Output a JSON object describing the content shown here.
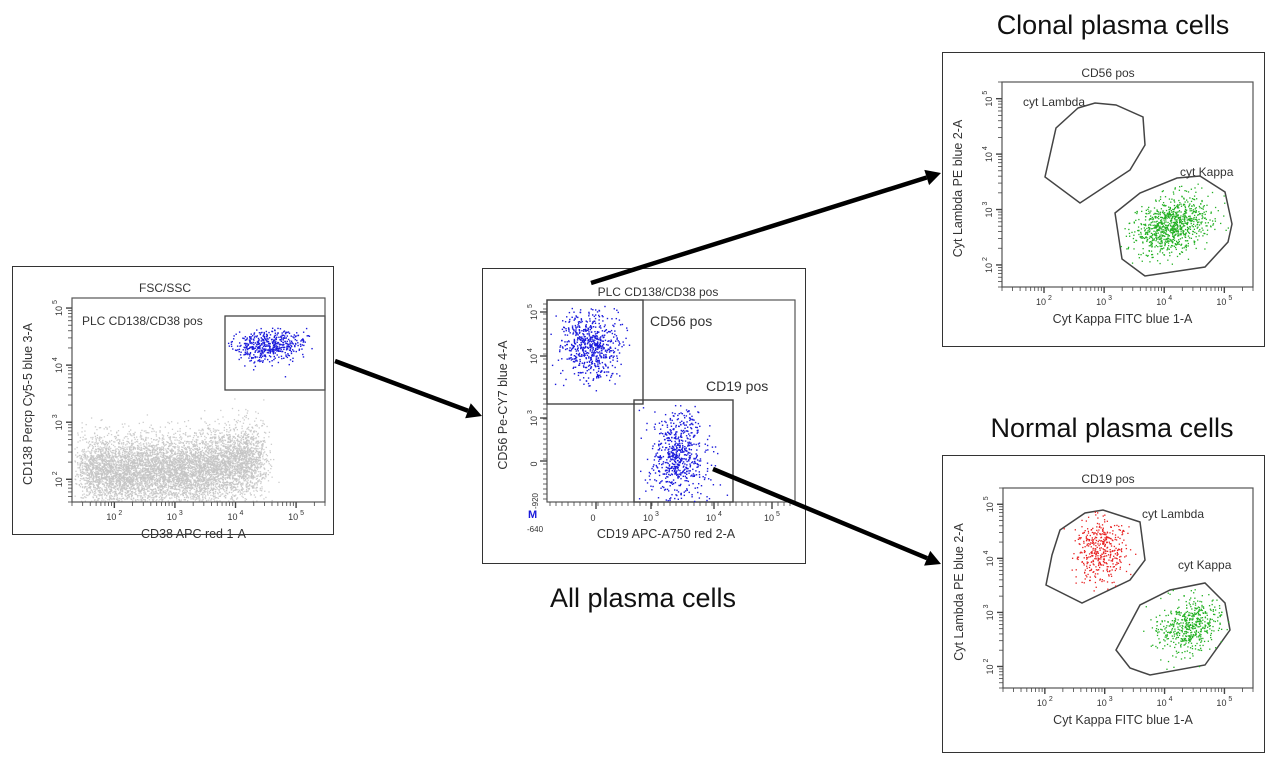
{
  "figure": {
    "titles": {
      "all": "All plasma cells",
      "clonal": "Clonal plasma cells",
      "normal": "Normal plasma cells"
    },
    "colors": {
      "background_events": "#c4c4c4",
      "plasma_events": "#1a1adb",
      "kappa_events": "#22b022",
      "lambda_events": "#e82020",
      "gate_line": "#444444",
      "arrow": "#000000",
      "marker": "#1a1adb"
    }
  },
  "chart_data": [
    {
      "id": "panel-fsc-ssc",
      "type": "scatter",
      "title": "FSC/SSC",
      "xlabel": "CD38 APC red 1-A",
      "ylabel": "CD138 Percp Cy5-5 blue 3-A",
      "x_scale": "log",
      "y_scale": "log",
      "xlim": [
        20,
        300000
      ],
      "ylim": [
        40,
        150000
      ],
      "x_ticks": [
        {
          "value": 100,
          "label": "10^2"
        },
        {
          "value": 1000,
          "label": "10^3"
        },
        {
          "value": 10000,
          "label": "10^4"
        },
        {
          "value": 100000,
          "label": "10^5"
        }
      ],
      "y_ticks": [
        {
          "value": 100,
          "label": "10^2"
        },
        {
          "value": 1000,
          "label": "10^3"
        },
        {
          "value": 10000,
          "label": "10^4"
        },
        {
          "value": 100000,
          "label": "10^5"
        }
      ],
      "populations": [
        {
          "name": "all events",
          "color_key": "background_events",
          "count": 5000,
          "center_x": 1500,
          "center_y": 180,
          "spread_x_dec": 0.75,
          "spread_y_dec": 0.32
        },
        {
          "name": "PLC CD138/CD38 pos",
          "color_key": "plasma_events",
          "count": 420,
          "center_x": 40000,
          "center_y": 13000,
          "spread_x_dec": 0.22,
          "spread_y_dec": 0.12
        }
      ],
      "gates": [
        {
          "name": "PLC CD138/CD38 pos",
          "shape": "rect",
          "x": [
            10000,
            250000
          ],
          "y": [
            4000,
            80000
          ],
          "label_x": 110,
          "label_y": 70000
        }
      ]
    },
    {
      "id": "panel-all-plasma",
      "type": "scatter",
      "title": "PLC CD138/CD38 pos",
      "xlabel": "CD19 APC-A750 red 2-A",
      "ylabel": "CD56 Pe-CY7 blue 4-A",
      "x_scale": "biexponential",
      "y_scale": "biexponential",
      "x_min_label": "-640",
      "y_min_label": "-920",
      "corner_marker": "M",
      "x_ticks": [
        {
          "value": 0,
          "label": "0"
        },
        {
          "value": 1000,
          "label": "10^3"
        },
        {
          "value": 10000,
          "label": "10^4"
        },
        {
          "value": 100000,
          "label": "10^5"
        }
      ],
      "y_ticks": [
        {
          "value": 0,
          "label": "0"
        },
        {
          "value": 1000,
          "label": "10^3"
        },
        {
          "value": 10000,
          "label": "10^4"
        },
        {
          "value": 100000,
          "label": "10^5"
        }
      ],
      "populations": [
        {
          "name": "CD56 pos",
          "color_key": "plasma_events",
          "count": 650,
          "center_x": -150,
          "center_y": 25000,
          "spread": "cluster-upper-left"
        },
        {
          "name": "CD19 pos",
          "color_key": "plasma_events",
          "count": 650,
          "center_x": 2500,
          "center_y": 200,
          "spread": "cluster-lower-middle"
        }
      ],
      "gates": [
        {
          "name": "CD56 pos",
          "shape": "rect",
          "x": [
            -640,
            700
          ],
          "y": [
            1800,
            150000
          ]
        },
        {
          "name": "CD19 pos",
          "shape": "rect",
          "x": [
            500,
            20000
          ],
          "y": [
            -920,
            1800
          ]
        }
      ]
    },
    {
      "id": "panel-clonal",
      "type": "scatter",
      "title": "CD56 pos",
      "xlabel": "Cyt Kappa FITC blue 1-A",
      "ylabel": "Cyt Lambda PE blue 2-A",
      "x_scale": "log",
      "y_scale": "log",
      "xlim": [
        20,
        300000
      ],
      "ylim": [
        40,
        200000
      ],
      "x_ticks": [
        {
          "value": 100,
          "label": "10^2"
        },
        {
          "value": 1000,
          "label": "10^3"
        },
        {
          "value": 10000,
          "label": "10^4"
        },
        {
          "value": 100000,
          "label": "10^5"
        }
      ],
      "y_ticks": [
        {
          "value": 100,
          "label": "10^2"
        },
        {
          "value": 1000,
          "label": "10^3"
        },
        {
          "value": 10000,
          "label": "10^4"
        },
        {
          "value": 100000,
          "label": "10^5"
        }
      ],
      "populations": [
        {
          "name": "cyt Kappa",
          "color_key": "kappa_events",
          "count": 900,
          "center_x": 14000,
          "center_y": 500,
          "spread_x_dec": 0.35,
          "spread_y_dec": 0.3
        }
      ],
      "gates": [
        {
          "name": "cyt Lambda",
          "shape": "polygon",
          "label_pos": "top-left"
        },
        {
          "name": "cyt Kappa",
          "shape": "polygon",
          "label_pos": "right"
        }
      ]
    },
    {
      "id": "panel-normal",
      "type": "scatter",
      "title": "CD19 pos",
      "xlabel": "Cyt Kappa FITC blue 1-A",
      "ylabel": "Cyt Lambda PE blue 2-A",
      "x_scale": "log",
      "y_scale": "log",
      "xlim": [
        20,
        300000
      ],
      "ylim": [
        40,
        200000
      ],
      "x_ticks": [
        {
          "value": 100,
          "label": "10^2"
        },
        {
          "value": 1000,
          "label": "10^3"
        },
        {
          "value": 10000,
          "label": "10^4"
        },
        {
          "value": 100000,
          "label": "10^5"
        }
      ],
      "y_ticks": [
        {
          "value": 100,
          "label": "10^2"
        },
        {
          "value": 1000,
          "label": "10^3"
        },
        {
          "value": 10000,
          "label": "10^4"
        },
        {
          "value": 100000,
          "label": "10^5"
        }
      ],
      "populations": [
        {
          "name": "cyt Lambda",
          "color_key": "lambda_events",
          "count": 380,
          "center_x": 900,
          "center_y": 22000,
          "spread_x_dec": 0.25,
          "spread_y_dec": 0.3
        },
        {
          "name": "cyt Kappa",
          "color_key": "kappa_events",
          "count": 480,
          "center_x": 25000,
          "center_y": 700,
          "spread_x_dec": 0.3,
          "spread_y_dec": 0.25
        }
      ],
      "gates": [
        {
          "name": "cyt Lambda",
          "shape": "polygon",
          "label_pos": "top-right"
        },
        {
          "name": "cyt Kappa",
          "shape": "polygon",
          "label_pos": "right"
        }
      ]
    }
  ],
  "arrows": [
    {
      "from": "panel-fsc-ssc",
      "to": "panel-all-plasma"
    },
    {
      "from": "panel-all-plasma:CD56 pos",
      "to": "panel-clonal"
    },
    {
      "from": "panel-all-plasma:CD19 pos",
      "to": "panel-normal"
    }
  ]
}
